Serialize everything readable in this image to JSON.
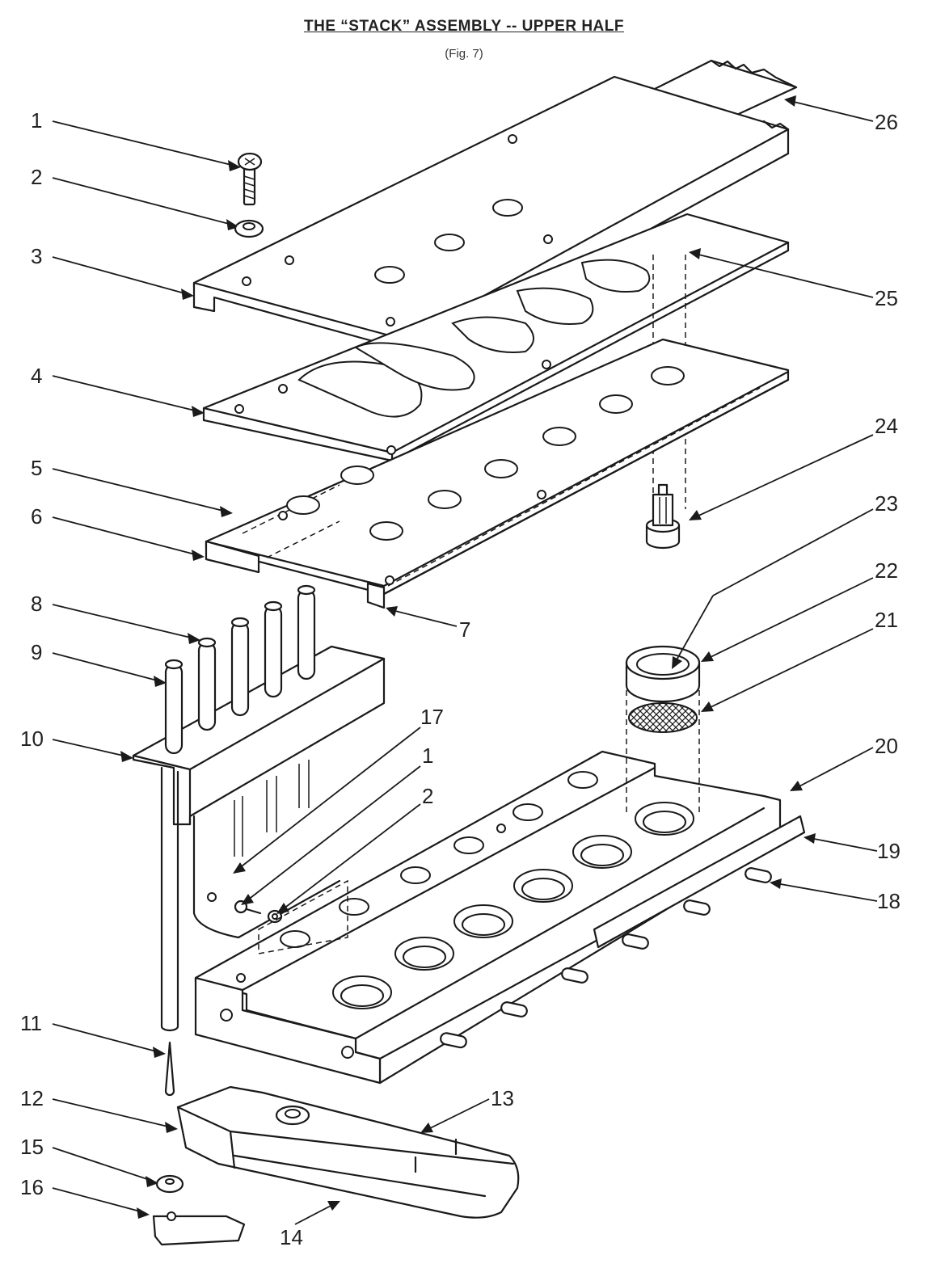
{
  "title": "THE “STACK” ASSEMBLY -- UPPER HALF",
  "subtitle": "(Fig. 7)",
  "callouts": {
    "c1": "1",
    "c2": "2",
    "c3": "3",
    "c4": "4",
    "c5": "5",
    "c6": "6",
    "c7": "7",
    "c8": "8",
    "c9": "9",
    "c10": "10",
    "c11": "11",
    "c12": "12",
    "c13": "13",
    "c14": "14",
    "c15": "15",
    "c16": "16",
    "c17": "17",
    "c1b": "1",
    "c2b": "2",
    "c18": "18",
    "c19": "19",
    "c20": "20",
    "c21": "21",
    "c22": "22",
    "c23": "23",
    "c24": "24",
    "c25": "25",
    "c26": "26"
  }
}
